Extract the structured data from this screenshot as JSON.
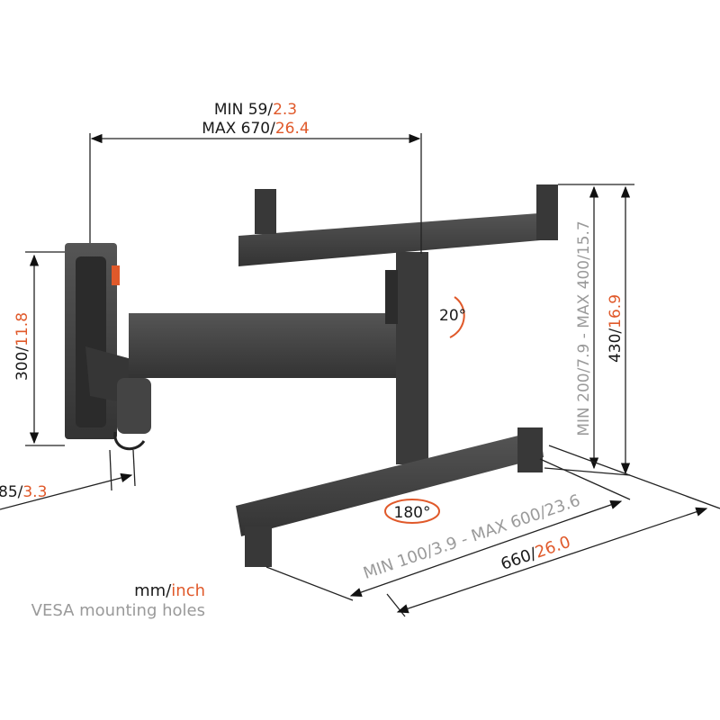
{
  "colors": {
    "accent": "#e0592a",
    "product": "#3f3f3f",
    "secondary_text": "#9a9a9a",
    "text": "#1a1a1a"
  },
  "dimensions": {
    "arm_reach": {
      "min_prefix": "MIN 59/",
      "min_inch": "2.3",
      "max_prefix": "MAX 670/",
      "max_inch": "26.4"
    },
    "wall_plate_height": {
      "mm": "300/",
      "inch": "11.8"
    },
    "wall_depth": {
      "mm": "85/",
      "inch": "3.3"
    },
    "vesa_vertical": {
      "text_a": "MIN 200/",
      "text_b": "7.9 - MAX 400/",
      "text_c": "15.7"
    },
    "total_height": {
      "mm": "430/",
      "inch": "16.9"
    },
    "vesa_horizontal": {
      "text_a": "MIN 100/",
      "text_b": "3.9 - MAX 600/",
      "text_c": "23.6"
    },
    "total_width": {
      "mm": "660/",
      "inch": "26.0"
    },
    "tilt": "20°",
    "swivel": "180°"
  },
  "legend": {
    "mm": "mm/",
    "inch": "inch",
    "note": "VESA mounting holes"
  }
}
